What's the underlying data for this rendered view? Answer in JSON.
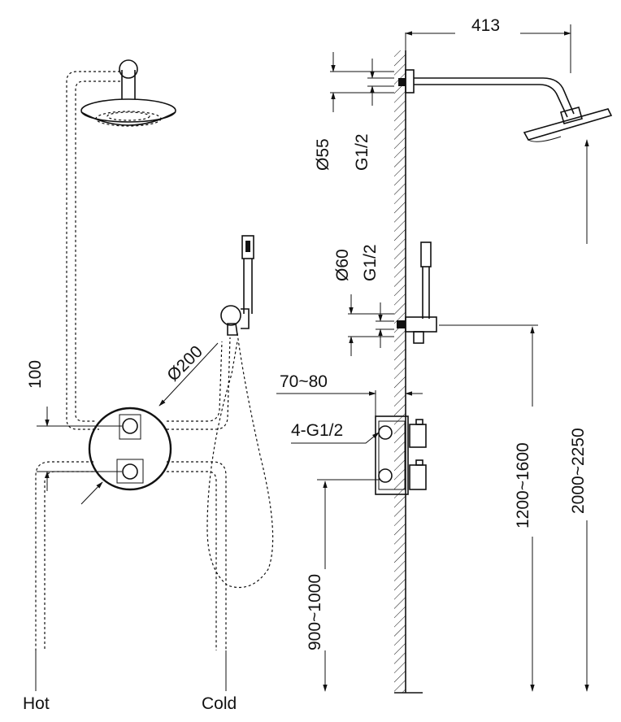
{
  "diagram": {
    "title": "Thermostatic concealed shower system installation drawing",
    "dimensions": {
      "arm_length": "413",
      "flange_diameter": "Ø55",
      "arm_thread": "G1/2",
      "bracket_flange_diameter": "Ø60",
      "bracket_thread": "G1/2",
      "plate_diameter": "Ø200",
      "valve_spacing": "100",
      "valve_depth": "70~80",
      "valve_inlets": "4-G1/2",
      "valve_height": "900~1000",
      "bracket_height": "1200~1600",
      "head_height": "2000~2250"
    },
    "labels": {
      "hot": "Hot",
      "cold": "Cold"
    }
  }
}
